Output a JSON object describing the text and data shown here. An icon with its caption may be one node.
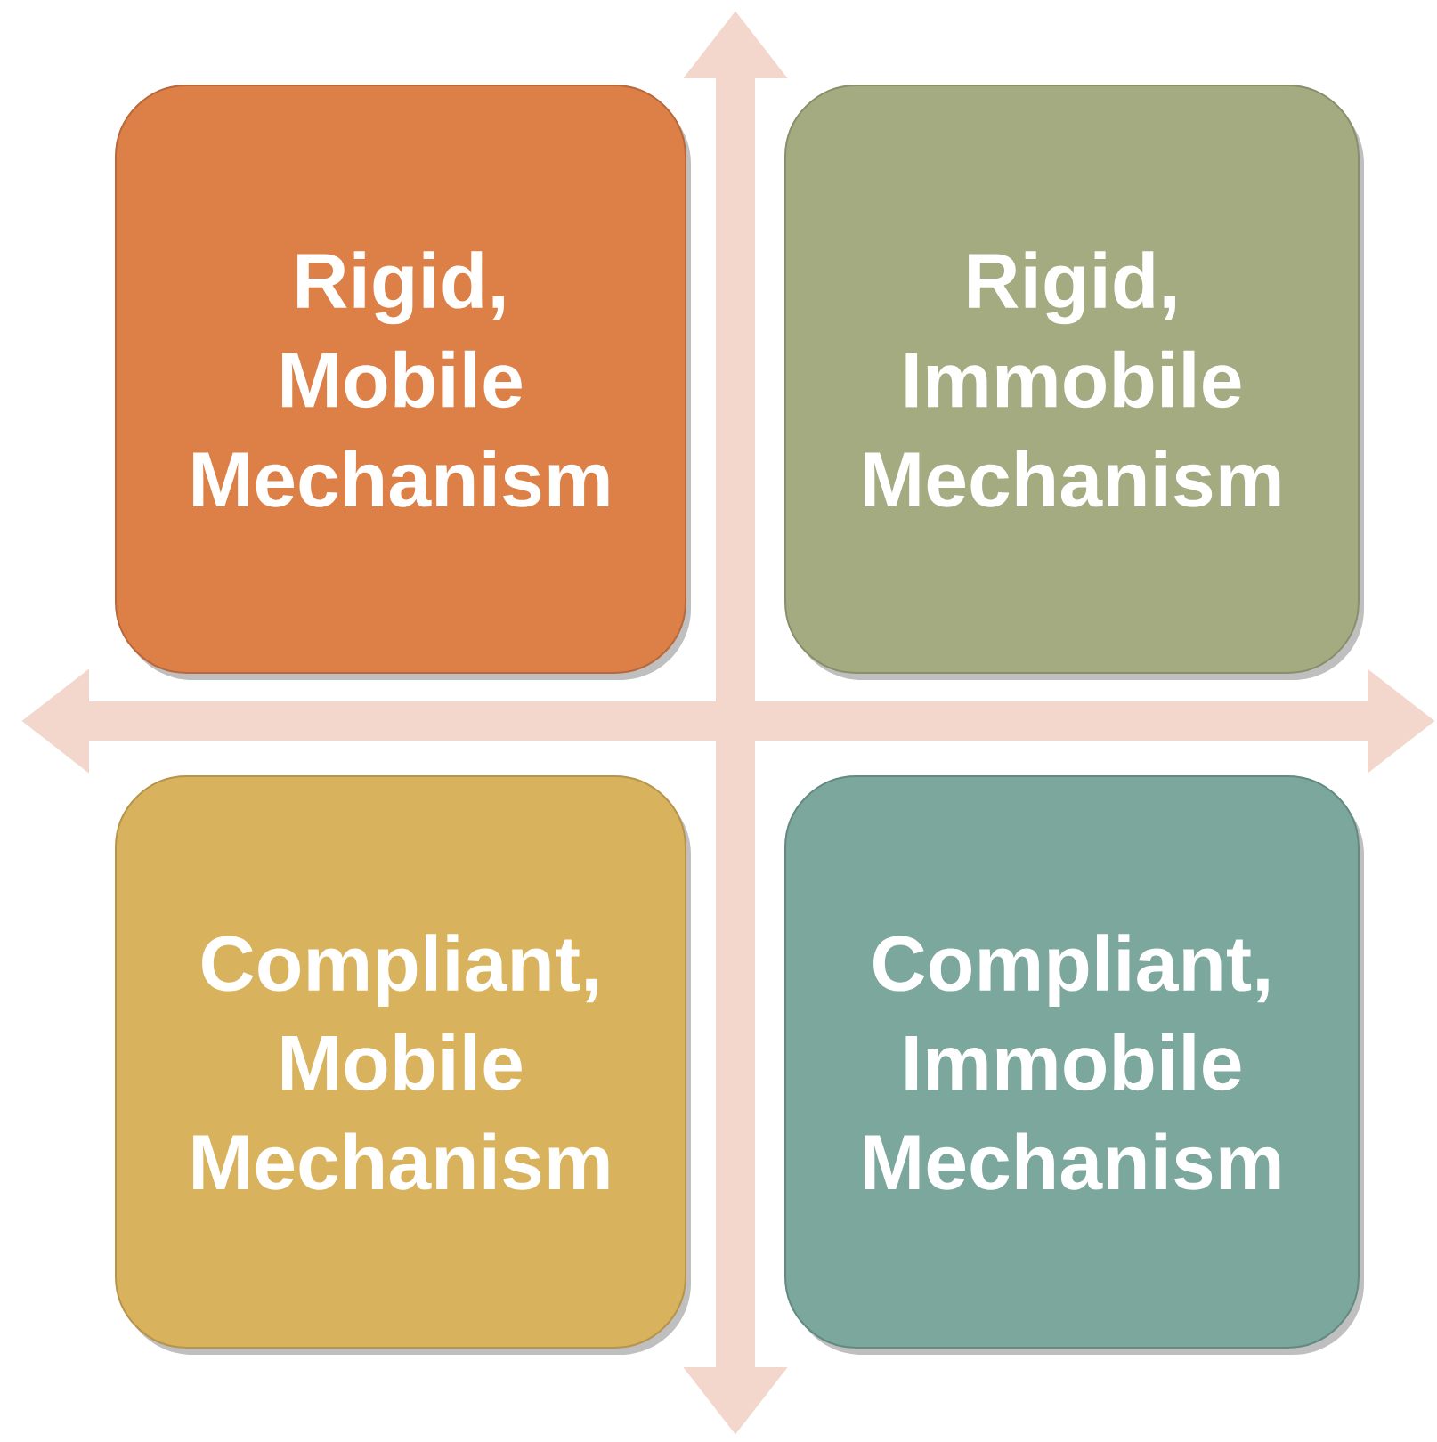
{
  "diagram": {
    "nodes": [
      {
        "text": [
          "Rigid, Mobile Mechanism"
        ]
      },
      {
        "text": [
          "Rigid, Immobile Mechanism"
        ]
      },
      {
        "text": [
          "Compliant, Mobile Mechanism"
        ]
      },
      {
        "text": [
          "Compliant, Immobile Mechanism"
        ]
      }
    ]
  }
}
